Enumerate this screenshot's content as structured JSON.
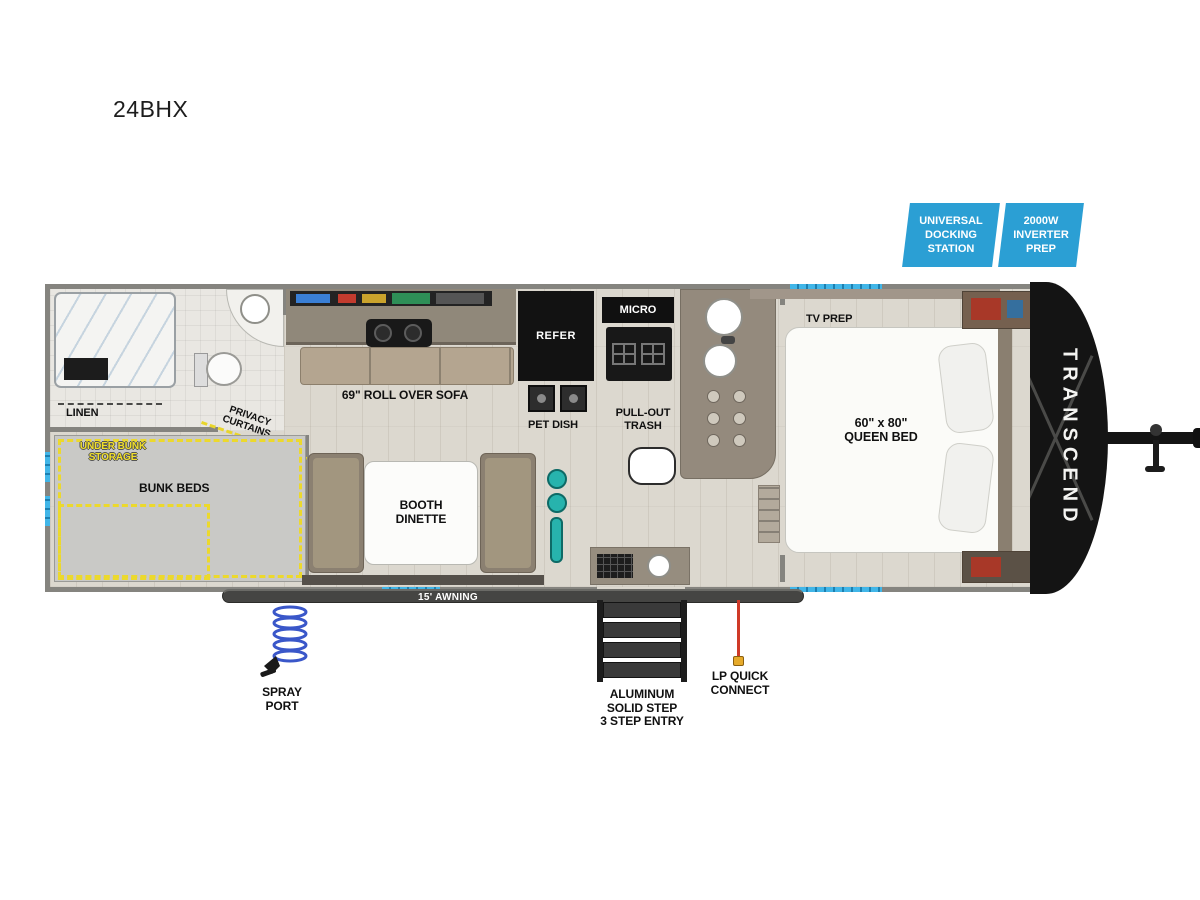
{
  "title": "24BHX",
  "badges": [
    {
      "name": "universal-docking-station",
      "lines": [
        "UNIVERSAL",
        "DOCKING",
        "STATION"
      ]
    },
    {
      "name": "inverter-prep",
      "lines": [
        "2000W",
        "INVERTER",
        "PREP"
      ]
    }
  ],
  "colors": {
    "badge_blue": "#2b9fd4",
    "accent_yellow": "#ecd92c",
    "window_blue": "#41b6e8",
    "lp_red": "#cf3a28"
  },
  "floorplan": {
    "brand": "TRANSCEND",
    "labels": {
      "linen": "LINEN",
      "under_bunk_storage": [
        "UNDER BUNK",
        "STORAGE"
      ],
      "bunk_beds": "BUNK BEDS",
      "privacy_curtains": [
        "PRIVACY",
        "CURTAINS"
      ],
      "roll_over_sofa": "69\" ROLL OVER SOFA",
      "refer": "REFER",
      "pet_dish": "PET DISH",
      "micro": "MICRO",
      "pull_out_trash": [
        "PULL-OUT",
        "TRASH"
      ],
      "booth_dinette": [
        "BOOTH",
        "DINETTE"
      ],
      "tv_prep": "TV PREP",
      "queen_bed": [
        "60\" x 80\"",
        "QUEEN BED"
      ],
      "awning": "15' AWNING"
    }
  },
  "exterior": {
    "spray_port": [
      "SPRAY",
      "PORT"
    ],
    "steps": [
      "ALUMINUM",
      "SOLID STEP",
      "3 STEP ENTRY"
    ],
    "lp_quick_connect": [
      "LP QUICK",
      "CONNECT"
    ]
  }
}
